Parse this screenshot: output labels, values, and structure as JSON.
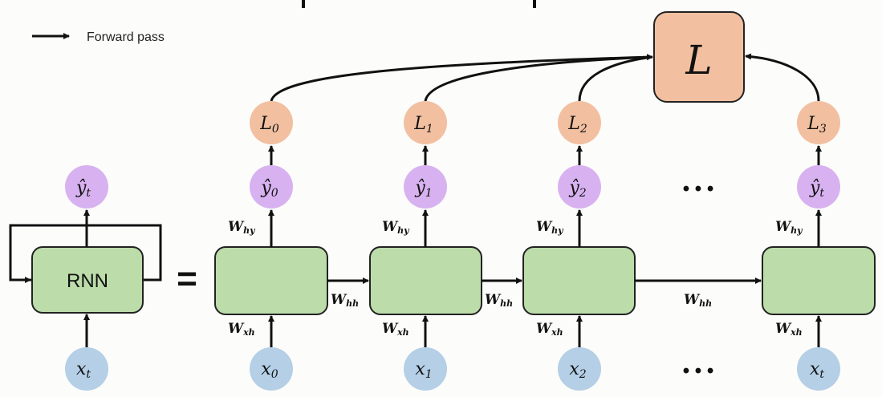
{
  "legend": {
    "label": "Forward pass",
    "icon": "arrow-right-icon"
  },
  "colors": {
    "cell_fill": "#bcdcaa",
    "output_fill": "#d8b2f0",
    "input_fill": "#b4cfe6",
    "loss_fill": "#f2c0a0",
    "stroke": "#111111",
    "background": "#fcfcfa"
  },
  "folded": {
    "cell_label": "RNN",
    "output": {
      "base": "ŷ",
      "sub": "t"
    },
    "input": {
      "base": "x",
      "sub": "t"
    }
  },
  "equals": "=",
  "total_loss": {
    "label": "L"
  },
  "steps": [
    {
      "loss": {
        "base": "L",
        "sub": "0"
      },
      "output": {
        "base": "ŷ",
        "sub": "0"
      },
      "input": {
        "base": "x",
        "sub": "0"
      },
      "w_hy": {
        "base": "W",
        "sub": "hy"
      },
      "w_xh": {
        "base": "W",
        "sub": "xh"
      }
    },
    {
      "loss": {
        "base": "L",
        "sub": "1"
      },
      "output": {
        "base": "ŷ",
        "sub": "1"
      },
      "input": {
        "base": "x",
        "sub": "1"
      },
      "w_hy": {
        "base": "W",
        "sub": "hy"
      },
      "w_xh": {
        "base": "W",
        "sub": "xh"
      }
    },
    {
      "loss": {
        "base": "L",
        "sub": "2"
      },
      "output": {
        "base": "ŷ",
        "sub": "2"
      },
      "input": {
        "base": "x",
        "sub": "2"
      },
      "w_hy": {
        "base": "W",
        "sub": "hy"
      },
      "w_xh": {
        "base": "W",
        "sub": "xh"
      }
    },
    {
      "loss": {
        "base": "L",
        "sub": "3"
      },
      "output": {
        "base": "ŷ",
        "sub": "t"
      },
      "input": {
        "base": "x",
        "sub": "t"
      },
      "w_hy": {
        "base": "W",
        "sub": "hy"
      },
      "w_xh": {
        "base": "W",
        "sub": "xh"
      }
    }
  ],
  "w_hh": [
    {
      "base": "W",
      "sub": "hh"
    },
    {
      "base": "W",
      "sub": "hh"
    },
    {
      "base": "W",
      "sub": "hh"
    }
  ],
  "ellipsis": "• • •"
}
